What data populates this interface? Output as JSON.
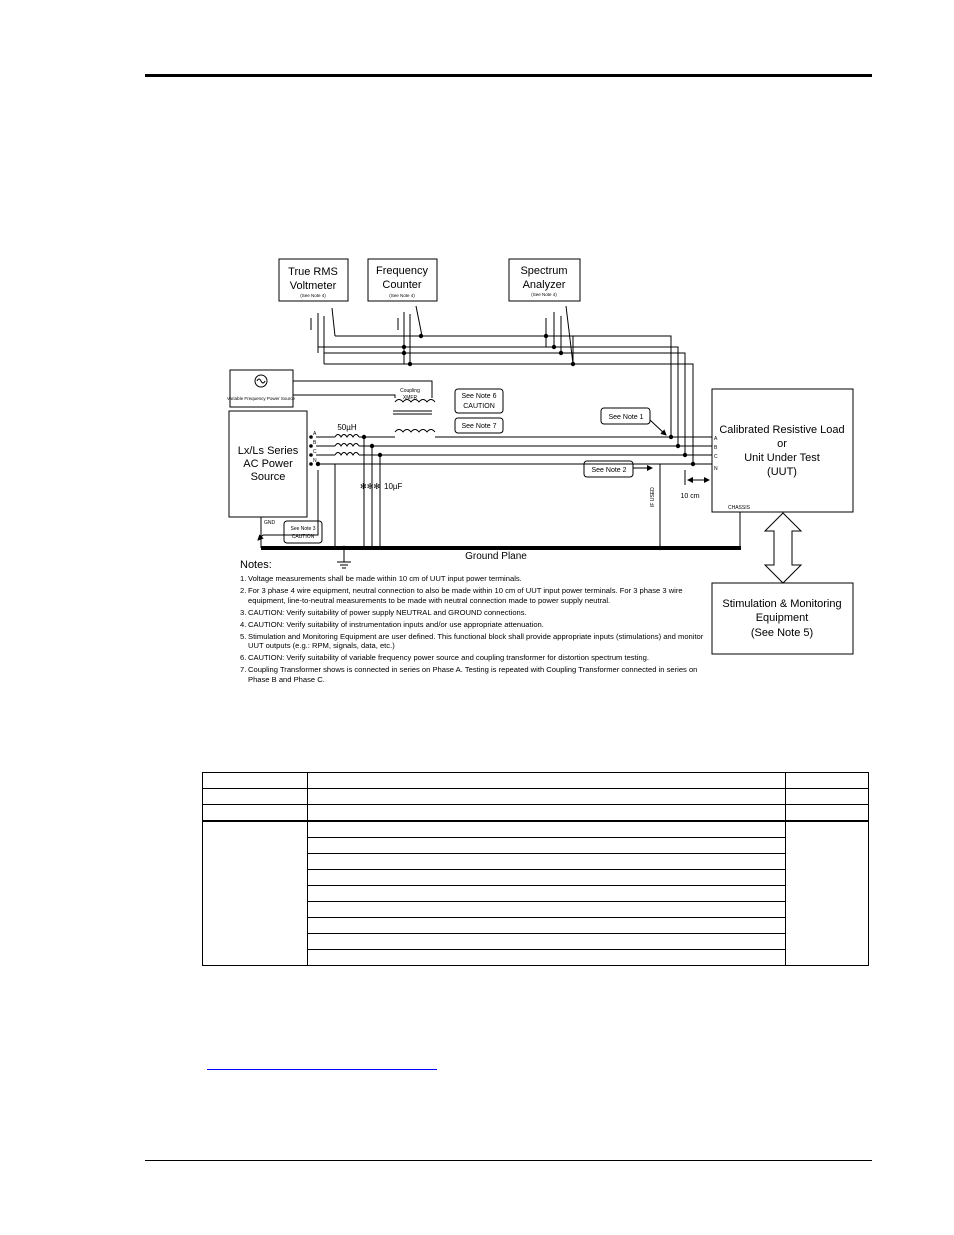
{
  "instruments": {
    "voltmeter": {
      "line1": "True RMS",
      "line2": "Voltmeter",
      "note": "(See Note 4)"
    },
    "frequency_counter": {
      "line1": "Frequency",
      "line2": "Counter",
      "note": "(See Note 4)"
    },
    "spectrum_analyzer": {
      "line1": "Spectrum",
      "line2": "Analyzer",
      "note": "(See Note 4)"
    }
  },
  "power_source": {
    "variable": "Variable Frequency Power Source",
    "lx_line1": "Lx/Ls Series",
    "lx_line2": "AC Power",
    "lx_line3": "Source",
    "gnd": "GND"
  },
  "coupling": {
    "line1": "Coupling",
    "line2": "XMFR"
  },
  "callouts": {
    "note6_line1": "See Note 6",
    "note6_line2": "CAUTION",
    "note7": "See Note 7",
    "note1": "See Note 1",
    "note2": "See Note 2",
    "note3_line1": "See Note 3",
    "note3_line2": "CAUTION"
  },
  "components": {
    "inductor": "50µH",
    "capacitor": "10µF",
    "if_used": "IF USED",
    "distance": "10 cm"
  },
  "phases": [
    "A",
    "B",
    "C",
    "N"
  ],
  "uut": {
    "line1": "Calibrated Resistive Load",
    "line2": "or",
    "line3": "Unit Under Test",
    "line4": "(UUT)",
    "chassis": "CHASSIS"
  },
  "stim": {
    "line1": "Stimulation & Monitoring",
    "line2": "Equipment",
    "line3": "(See Note 5)"
  },
  "ground_plane": "Ground Plane",
  "notes": {
    "heading": "Notes:",
    "items": [
      {
        "num": "1.",
        "text": "Voltage measurements shall be made within 10 cm of UUT input power terminals."
      },
      {
        "num": "2.",
        "text": "For 3 phase 4 wire equipment, neutral connection to also be made within 10 cm of UUT input power terminals. For 3 phase 3 wire equipment, line-to-neutral measurements to be made with neutral connection made to power supply neutral."
      },
      {
        "num": "3.",
        "text": "CAUTION: Verify suitability of power supply NEUTRAL and GROUND connections."
      },
      {
        "num": "4.",
        "text": " CAUTION: Verify suitability of instrumentation inputs and/or use appropriate attenuation."
      },
      {
        "num": "5.",
        "text": "Stimulation and Monitoring Equipment are user defined. This functional block shall provide appropriate inputs (stimulations) and monitor UUT outputs (e.g.: RPM, signals, data, etc.)"
      },
      {
        "num": "6.",
        "text": "CAUTION: Verify suitability of variable frequency power source and coupling transformer for distortion spectrum testing."
      },
      {
        "num": "7.",
        "text": "Coupling Transformer shows is connected in series on Phase A. Testing is repeated with Coupling Transformer connected in series on Phase B and Phase C."
      }
    ]
  }
}
